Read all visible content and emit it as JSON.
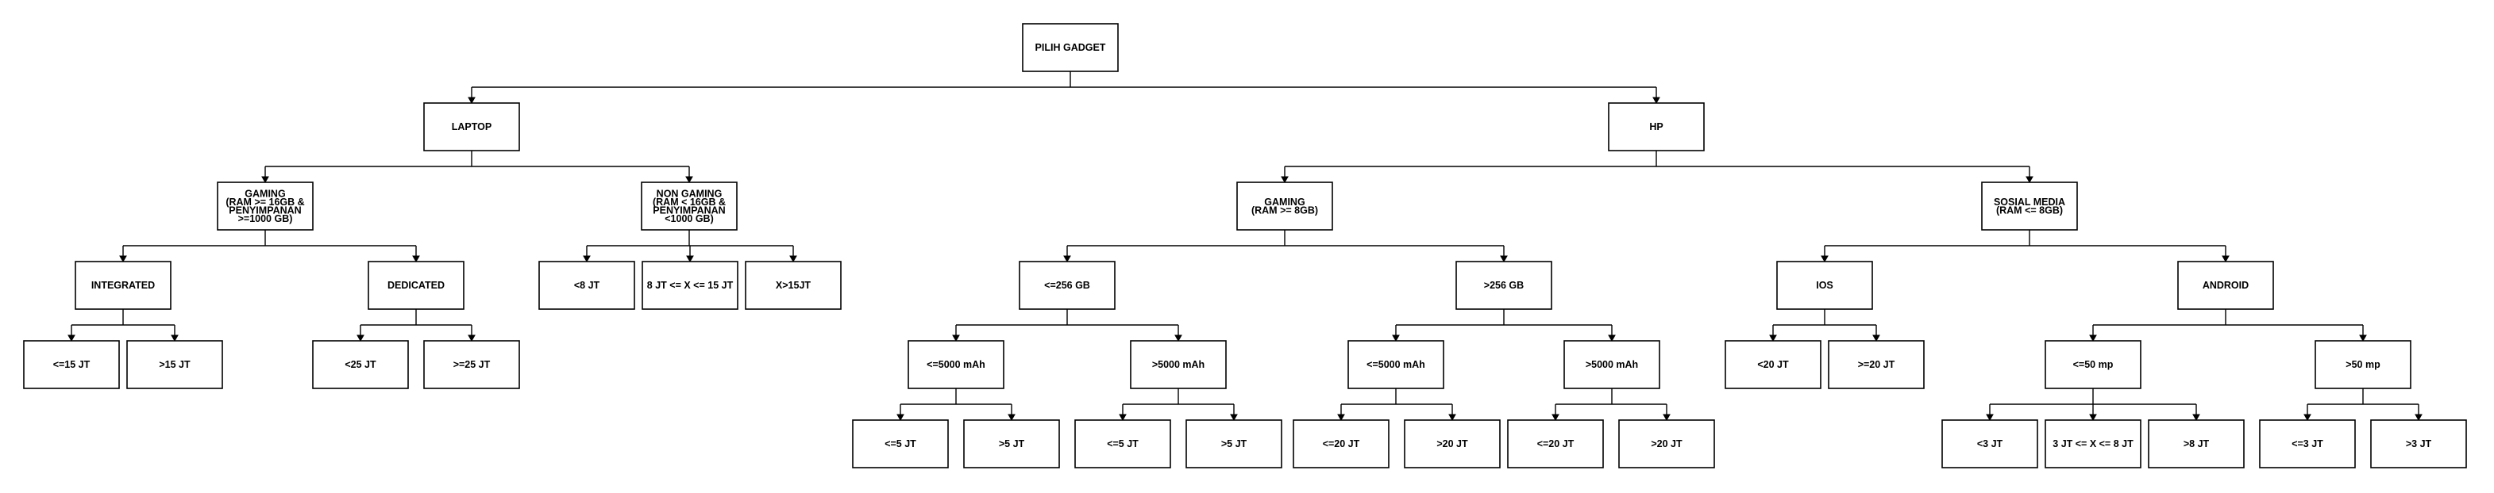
{
  "diagram": {
    "nodes": [
      {
        "id": "root",
        "lines": [
          "PILIH GADGET"
        ]
      },
      {
        "id": "laptop",
        "lines": [
          "LAPTOP"
        ]
      },
      {
        "id": "hp",
        "lines": [
          "HP"
        ]
      },
      {
        "id": "laptop-gaming",
        "lines": [
          "GAMING",
          "(RAM >= 16GB &",
          "PENYIMPANAN",
          ">=1000 GB)"
        ]
      },
      {
        "id": "laptop-nongaming",
        "lines": [
          "NON GAMING",
          "(RAM < 16GB &",
          "PENYIMPANAN",
          "<1000 GB)"
        ]
      },
      {
        "id": "hp-gaming",
        "lines": [
          "GAMING",
          "(RAM >= 8GB)"
        ]
      },
      {
        "id": "hp-sosmed",
        "lines": [
          "SOSIAL MEDIA",
          "(RAM <= 8GB)"
        ]
      },
      {
        "id": "integrated",
        "lines": [
          "INTEGRATED"
        ]
      },
      {
        "id": "dedicated",
        "lines": [
          "DEDICATED"
        ]
      },
      {
        "id": "ng-lt8",
        "lines": [
          "<8 JT"
        ]
      },
      {
        "id": "ng-8to15",
        "lines": [
          "8 JT <= X <= 15 JT"
        ]
      },
      {
        "id": "ng-gt15",
        "lines": [
          "X>15JT"
        ]
      },
      {
        "id": "hg-le256",
        "lines": [
          "<=256 GB"
        ]
      },
      {
        "id": "hg-gt256",
        "lines": [
          ">256 GB"
        ]
      },
      {
        "id": "ios",
        "lines": [
          "IOS"
        ]
      },
      {
        "id": "android",
        "lines": [
          "ANDROID"
        ]
      },
      {
        "id": "int-le15",
        "lines": [
          "<=15 JT"
        ]
      },
      {
        "id": "int-gt15",
        "lines": [
          ">15 JT"
        ]
      },
      {
        "id": "ded-lt25",
        "lines": [
          "<25 JT"
        ]
      },
      {
        "id": "ded-ge25",
        "lines": [
          ">=25 JT"
        ]
      },
      {
        "id": "a-le5000",
        "lines": [
          "<=5000 mAh"
        ]
      },
      {
        "id": "a-gt5000",
        "lines": [
          ">5000 mAh"
        ]
      },
      {
        "id": "b-le5000",
        "lines": [
          "<=5000 mAh"
        ]
      },
      {
        "id": "b-gt5000",
        "lines": [
          ">5000 mAh"
        ]
      },
      {
        "id": "ios-lt20",
        "lines": [
          "<20 JT"
        ]
      },
      {
        "id": "ios-ge20",
        "lines": [
          ">=20 JT"
        ]
      },
      {
        "id": "and-le50",
        "lines": [
          "<=50 mp"
        ]
      },
      {
        "id": "and-gt50",
        "lines": [
          ">50 mp"
        ]
      },
      {
        "id": "a1-le5",
        "lines": [
          "<=5 JT"
        ]
      },
      {
        "id": "a1-gt5",
        "lines": [
          ">5 JT"
        ]
      },
      {
        "id": "a2-le5",
        "lines": [
          "<=5 JT"
        ]
      },
      {
        "id": "a2-gt5",
        "lines": [
          ">5 JT"
        ]
      },
      {
        "id": "b1-le20",
        "lines": [
          "<=20 JT"
        ]
      },
      {
        "id": "b1-gt20",
        "lines": [
          ">20 JT"
        ]
      },
      {
        "id": "b2-le20",
        "lines": [
          "<=20 JT"
        ]
      },
      {
        "id": "b2-gt20",
        "lines": [
          ">20 JT"
        ]
      },
      {
        "id": "c1-lt3",
        "lines": [
          "<3 JT"
        ]
      },
      {
        "id": "c1-3to8",
        "lines": [
          "3 JT <= X <= 8 JT"
        ]
      },
      {
        "id": "c1-gt8",
        "lines": [
          ">8 JT"
        ]
      },
      {
        "id": "c2-le3",
        "lines": [
          "<=3 JT"
        ]
      },
      {
        "id": "c2-gt3",
        "lines": [
          ">3 JT"
        ]
      }
    ],
    "edges": [
      {
        "from": "root",
        "to": [
          "laptop",
          "hp"
        ]
      },
      {
        "from": "laptop",
        "to": [
          "laptop-gaming",
          "laptop-nongaming"
        ]
      },
      {
        "from": "hp",
        "to": [
          "hp-gaming",
          "hp-sosmed"
        ]
      },
      {
        "from": "laptop-gaming",
        "to": [
          "integrated",
          "dedicated"
        ]
      },
      {
        "from": "laptop-nongaming",
        "to": [
          "ng-lt8",
          "ng-8to15",
          "ng-gt15"
        ]
      },
      {
        "from": "hp-gaming",
        "to": [
          "hg-le256",
          "hg-gt256"
        ]
      },
      {
        "from": "hp-sosmed",
        "to": [
          "ios",
          "android"
        ]
      },
      {
        "from": "integrated",
        "to": [
          "int-le15",
          "int-gt15"
        ]
      },
      {
        "from": "dedicated",
        "to": [
          "ded-lt25",
          "ded-ge25"
        ]
      },
      {
        "from": "hg-le256",
        "to": [
          "a-le5000",
          "a-gt5000"
        ]
      },
      {
        "from": "hg-gt256",
        "to": [
          "b-le5000",
          "b-gt5000"
        ]
      },
      {
        "from": "ios",
        "to": [
          "ios-lt20",
          "ios-ge20"
        ]
      },
      {
        "from": "android",
        "to": [
          "and-le50",
          "and-gt50"
        ]
      },
      {
        "from": "a-le5000",
        "to": [
          "a1-le5",
          "a1-gt5"
        ]
      },
      {
        "from": "a-gt5000",
        "to": [
          "a2-le5",
          "a2-gt5"
        ]
      },
      {
        "from": "b-le5000",
        "to": [
          "b1-le20",
          "b1-gt20"
        ]
      },
      {
        "from": "b-gt5000",
        "to": [
          "b2-le20",
          "b2-gt20"
        ]
      },
      {
        "from": "and-le50",
        "to": [
          "c1-lt3",
          "c1-3to8",
          "c1-gt8"
        ]
      },
      {
        "from": "and-gt50",
        "to": [
          "c2-le3",
          "c2-gt3"
        ]
      }
    ]
  }
}
